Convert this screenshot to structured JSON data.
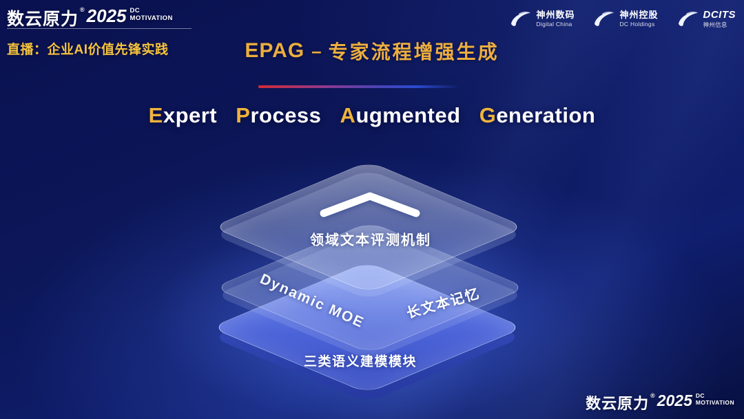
{
  "colors": {
    "accent_gold": "#f0b43c",
    "background_navy": "#0a1150",
    "layer_blue": "#4f6fe6",
    "divider_red": "#d52b35"
  },
  "brand": {
    "name": "数云原力",
    "reg": "®",
    "year": "2025",
    "tag_line1": "DC",
    "tag_line2": "MOTIVATION"
  },
  "top_left": {
    "live_label": "直播：企业AI价值先锋实践"
  },
  "partners": [
    {
      "name": "神州数码",
      "sub": "Digital China"
    },
    {
      "name": "神州控股",
      "sub": "DC Holdings"
    },
    {
      "name": "DCITS",
      "sub": "神州信息"
    }
  ],
  "title": {
    "en": "EPAG",
    "sep": "–",
    "zh": "专家流程增强生成"
  },
  "subtitle": {
    "words": [
      {
        "initial": "E",
        "rest": "xpert"
      },
      {
        "initial": "P",
        "rest": "rocess"
      },
      {
        "initial": "A",
        "rest": "ugmented"
      },
      {
        "initial": "G",
        "rest": "eneration"
      }
    ]
  },
  "diagram": {
    "top_layer_label": "领域文本评测机制",
    "middle_layer_label_left": "Dynamic MOE",
    "middle_layer_label_right": "长文本记忆",
    "bottom_layer_label": "三类语义建模模块"
  }
}
